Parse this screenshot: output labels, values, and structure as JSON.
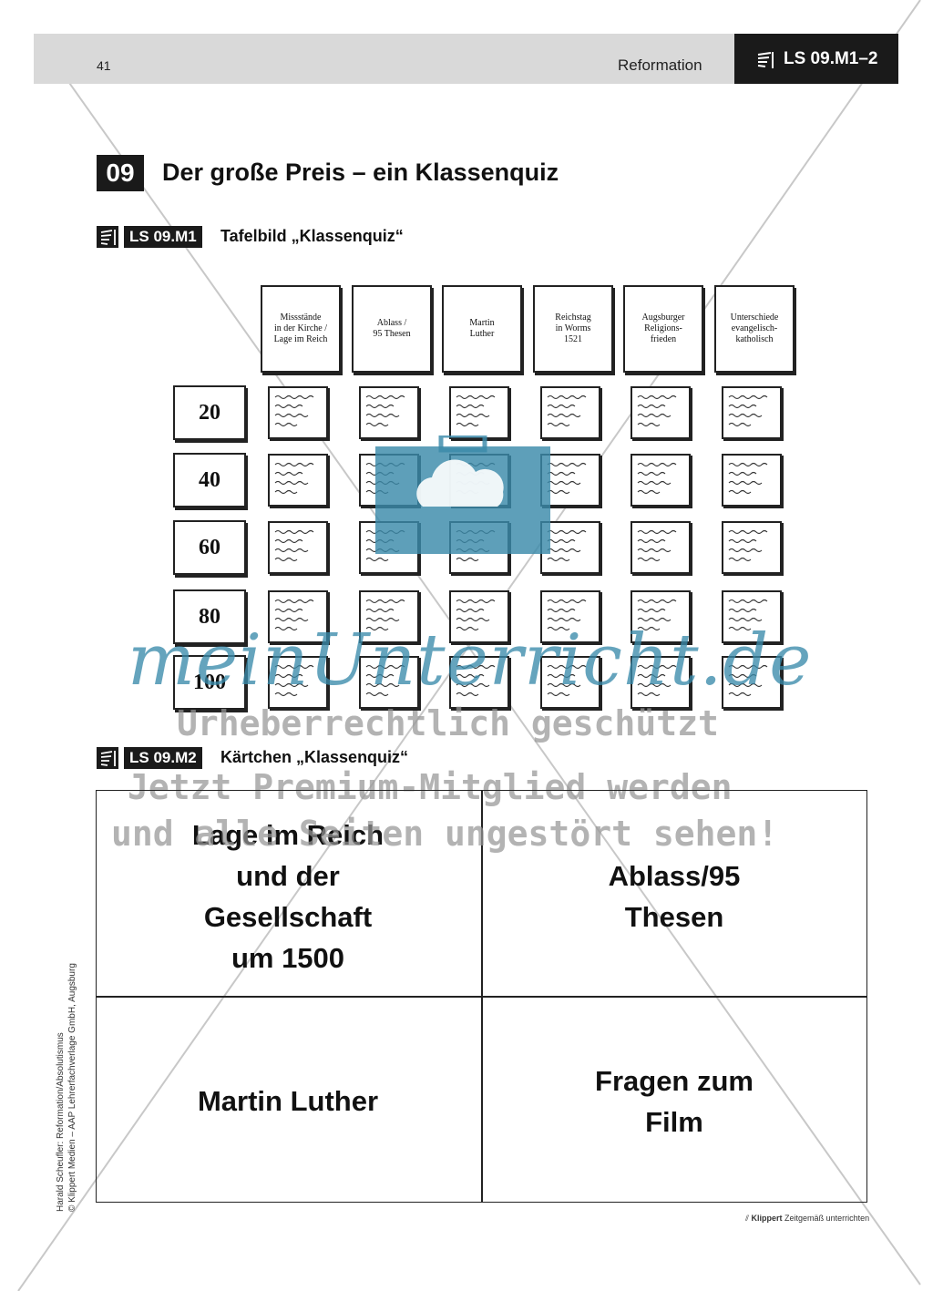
{
  "header": {
    "page_number": "41",
    "topic": "Reformation",
    "code": "LS 09.M1–2"
  },
  "section": {
    "number": "09",
    "title": "Der große Preis – ein Klassenquiz"
  },
  "materials": [
    {
      "code": "LS 09.M1",
      "title": "Tafelbild „Klassenquiz“"
    },
    {
      "code": "LS 09.M2",
      "title": "Kärtchen „Klassenquiz“"
    }
  ],
  "board": {
    "categories": [
      "Missstände\nin der Kirche /\nLage im Reich",
      "Ablass /\n95 Thesen",
      "Martin\nLuther",
      "Reichstag\nin Worms\n1521",
      "Augsburger\nReligions-\nfrieden",
      "Unterschiede\nevangelisch-\nkatholisch"
    ],
    "points": [
      "20",
      "40",
      "60",
      "80",
      "100"
    ]
  },
  "cards": [
    "Lage im Reich\nund der\nGesellschaft\num 1500",
    "Ablass/95\nThesen",
    "Martin Luther",
    "Fragen zum\nFilm"
  ],
  "watermark": {
    "logo": "meinUnterricht.de",
    "line1": "Urheberrechtlich geschützt",
    "line2": "Jetzt Premium-Mitglied werden",
    "line3": "und alle Seiten ungestört sehen!",
    "color": "#3a8aaa"
  },
  "credit": {
    "line1": "Harald Scheufler: Reformation/Absolutismus",
    "line2": "© Klippert Medien – AAP Lehrerfachverlage GmbH, Augsburg"
  },
  "footer": {
    "brand": "Klippert",
    "tagline": "Zeitgemäß unterrichten"
  }
}
